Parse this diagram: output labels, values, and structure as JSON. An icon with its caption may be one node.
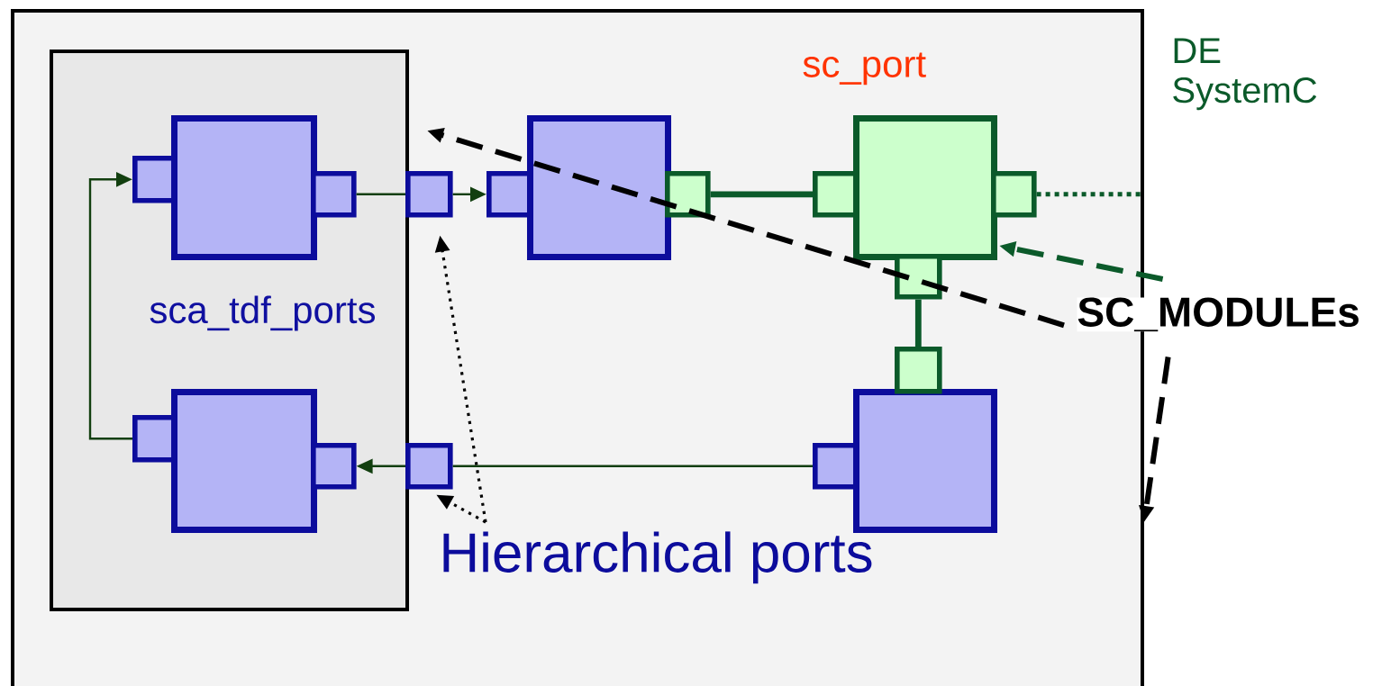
{
  "diagram": {
    "nodes": [
      {
        "text": [],
        "shape": "box"
      },
      {
        "text": [],
        "shape": "box",
        "in": 0
      },
      {
        "text": [],
        "shape": "box",
        "in": 1
      },
      {
        "text": [],
        "shape": "box",
        "in": 1
      },
      {
        "text": [],
        "shape": "box",
        "in": 1
      },
      {
        "text": [],
        "shape": "box",
        "in": 1
      },
      {
        "text": [],
        "shape": "box",
        "in": 1
      },
      {
        "text": [],
        "shape": "box",
        "in": 1
      },
      {
        "text": [],
        "shape": "box",
        "in": 0
      },
      {
        "text": [],
        "shape": "box",
        "in": 0
      },
      {
        "text": [],
        "shape": "box",
        "in": 0
      },
      {
        "text": [],
        "shape": "box",
        "in": 0
      },
      {
        "text": [],
        "shape": "box",
        "in": 0
      },
      {
        "text": [],
        "shape": "box",
        "in": 0
      },
      {
        "text": [],
        "shape": "box",
        "in": 0
      },
      {
        "text": [],
        "shape": "box",
        "in": 0
      },
      {
        "text": [],
        "shape": "box",
        "in": 0
      },
      {
        "text": [],
        "shape": "box",
        "in": 0
      },
      {
        "text": [],
        "shape": "box",
        "in": 0
      },
      {
        "text": [],
        "shape": "box",
        "in": 0
      },
      {
        "text": [
          "SC_MODULEs"
        ]
      },
      {
        "text": [
          "Hierarchical ports"
        ],
        "in": 0
      }
    ],
    "edges": [
      {
        "from": 4,
        "to": 8,
        "arrow": "none",
        "color": "#123f0f"
      },
      {
        "from": 8,
        "to": 11,
        "arrow": "to",
        "color": "#123f0f"
      },
      {
        "from": 6,
        "to": 3,
        "arrow": "to",
        "color": "#123f0f"
      },
      {
        "from": 19,
        "to": 9,
        "arrow": "none",
        "color": "#123f0f"
      },
      {
        "from": 9,
        "to": 7,
        "arrow": "to",
        "color": "#123f0f"
      },
      {
        "from": 12,
        "to": 14,
        "arrow": "none",
        "style": "thick",
        "color": "#0b5a2a"
      },
      {
        "from": 16,
        "to": 18,
        "arrow": "none",
        "style": "thick",
        "color": "#0b5a2a"
      },
      {
        "from": 15,
        "to": 0,
        "arrow": "none",
        "style": "dashed",
        "color": "#0b5a2a"
      },
      {
        "from": 20,
        "to": 1,
        "arrow": "to",
        "style": "dashed"
      },
      {
        "from": 20,
        "to": 0,
        "arrow": "to",
        "style": "dashed"
      },
      {
        "from": 20,
        "to": 13,
        "arrow": "to",
        "style": "dashed",
        "color": "#0b5a2a"
      },
      {
        "from": 21,
        "to": 8,
        "arrow": "to",
        "style": "dashed"
      },
      {
        "from": 21,
        "to": 9,
        "arrow": "to",
        "style": "dashed"
      }
    ],
    "labels": [
      "sca_tdf_ports",
      "sc_port",
      "DE SystemC"
    ]
  }
}
